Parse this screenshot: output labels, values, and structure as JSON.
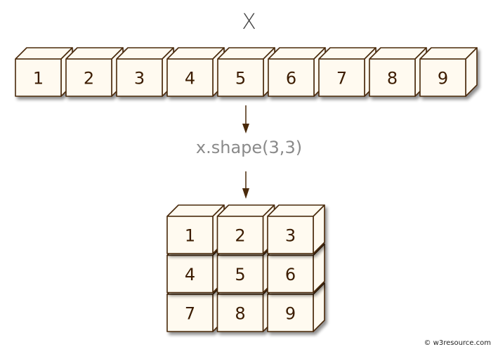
{
  "diagram": {
    "title": "X",
    "operation": "x.shape(3,3)",
    "credit": "© w3resource.com",
    "input_array": [
      1,
      2,
      3,
      4,
      5,
      6,
      7,
      8,
      9
    ],
    "output_array": [
      [
        1,
        2,
        3
      ],
      [
        4,
        5,
        6
      ],
      [
        7,
        8,
        9
      ]
    ],
    "colors": {
      "cube_fill": "#fffaf0",
      "cube_stroke": "#4a2a0a",
      "number_color": "#3d1f05",
      "arrow_color": "#4a2a0a",
      "title_color": "#444444",
      "operation_color": "#8a8a8a"
    }
  }
}
